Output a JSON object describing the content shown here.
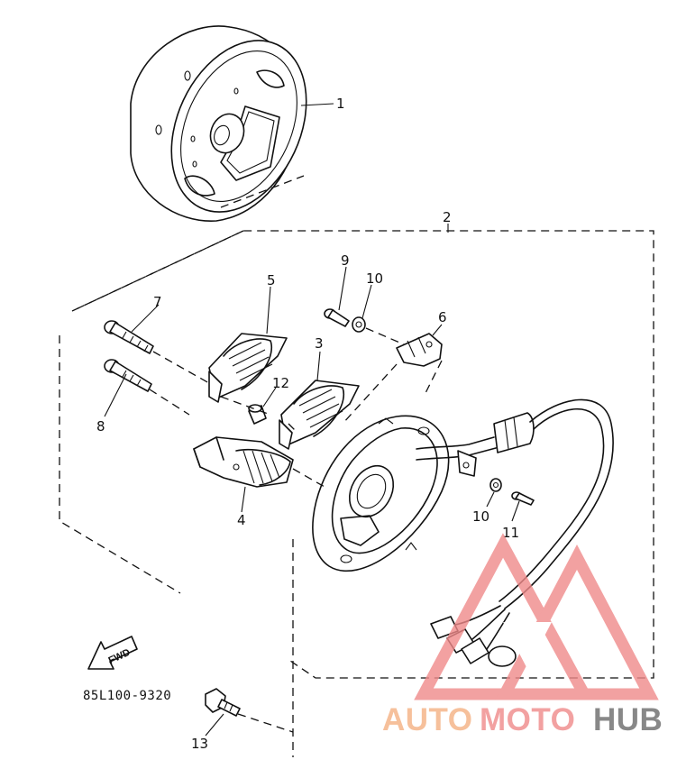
{
  "callouts": {
    "c1": "1",
    "c2": "2",
    "c3": "3",
    "c4": "4",
    "c5": "5",
    "c6": "6",
    "c7": "7",
    "c8": "8",
    "c9": "9",
    "c10a": "10",
    "c10b": "10",
    "c11": "11",
    "c12": "12",
    "c13": "13"
  },
  "diagram_code": "85L100-9320",
  "fwd_label": "FWD",
  "watermark": {
    "text_auto": "AUTO",
    "text_moto": "MOTO",
    "text_hub": "HUB",
    "color_orange": "#f5b183",
    "color_red": "#f08a8a",
    "color_gray": "#6b6b6b"
  }
}
